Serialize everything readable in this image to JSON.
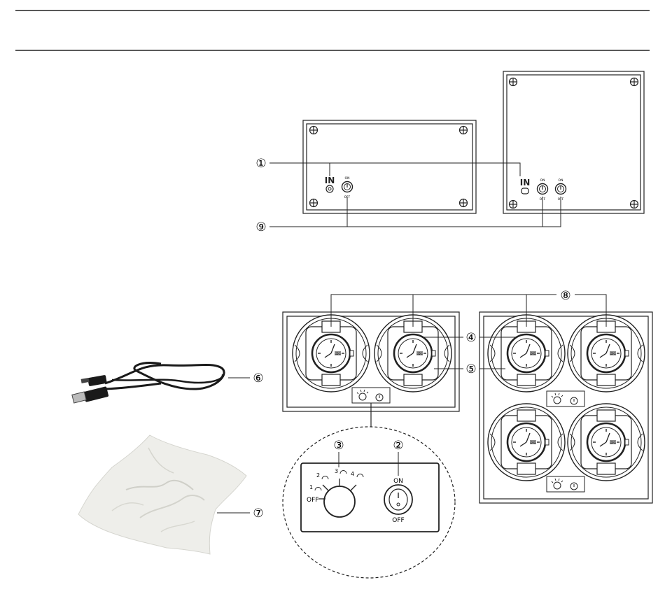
{
  "callouts": {
    "n1": "①",
    "n2": "②",
    "n3": "③",
    "n4": "④",
    "n5": "⑤",
    "n6": "⑥",
    "n7": "⑦",
    "n8": "⑧",
    "n9": "⑨"
  },
  "panel_labels": {
    "input_label": "IN",
    "switch_on": "ON",
    "switch_off": "OFF"
  },
  "dial": {
    "positions": [
      "1",
      "2",
      "3",
      "4"
    ],
    "off_label": "OFF"
  },
  "watch_face_text": "0000",
  "colors": {
    "line": "#222222",
    "background": "#ffffff",
    "cloth": "#eeeeea",
    "cable": "#1a1a1a"
  }
}
